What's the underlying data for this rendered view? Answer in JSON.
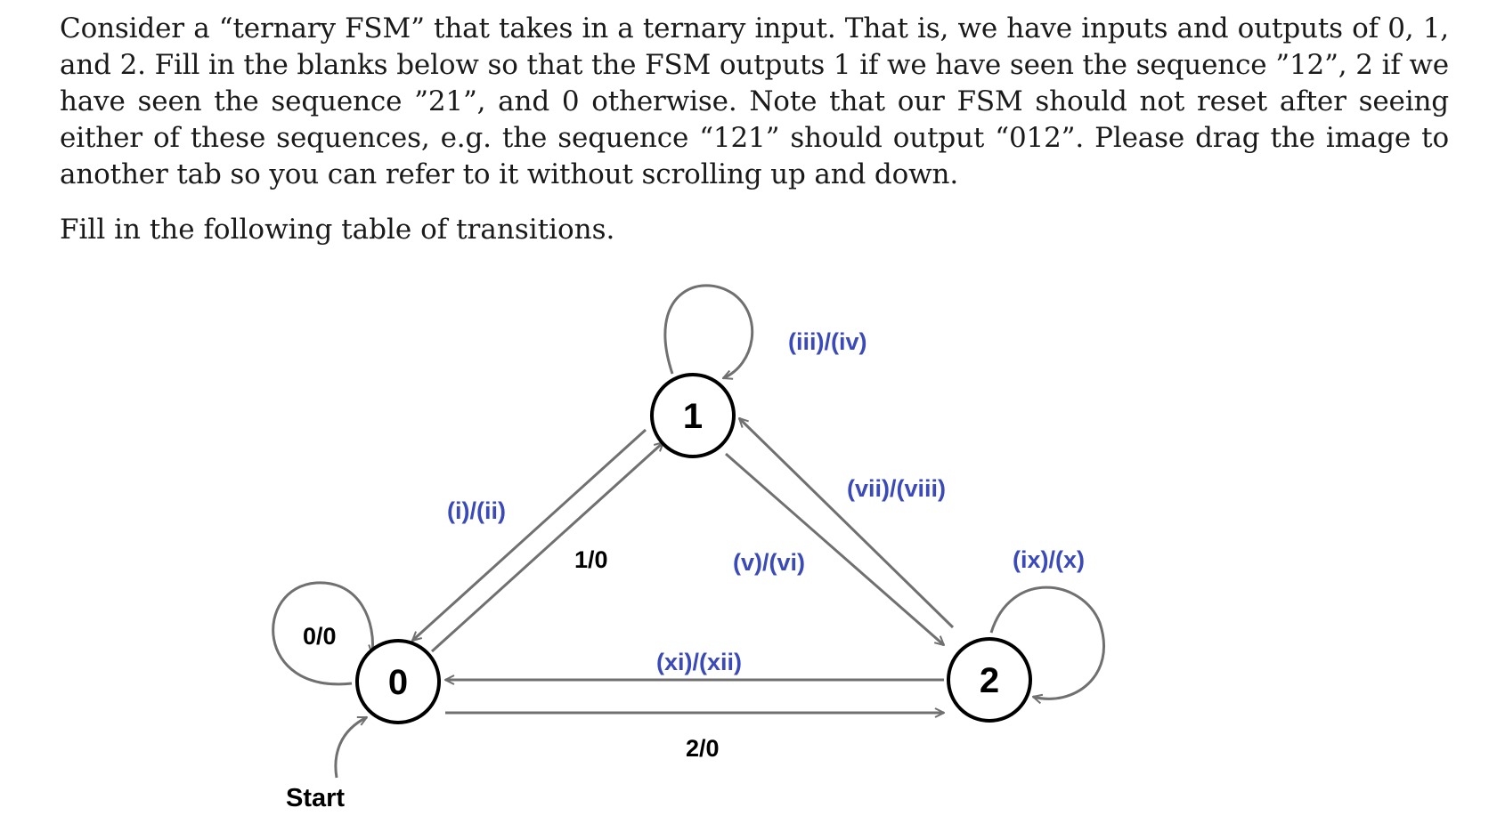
{
  "problem": {
    "text": "Consider a “ternary FSM” that takes in a ternary input. That is, we have inputs and outputs of 0, 1, and 2. Fill in the blanks below so that the FSM outputs 1 if we have seen the sequence ”12”, 2 if we have seen the sequence ”21”, and 0 otherwise. Note that our FSM should not reset after seeing either of these sequences, e.g. the sequence “121” should output “012”. Please drag the image to another tab so you can refer to it without scrolling up and down.",
    "instruction": "Fill in the following table of transitions."
  },
  "diagram": {
    "states": [
      {
        "name": "0"
      },
      {
        "name": "1"
      },
      {
        "name": "2"
      }
    ],
    "start_label": "Start",
    "transitions": {
      "self_0": "0/0",
      "from_1_to_0": "(i)/(ii)",
      "from_0_to_1": "1/0",
      "self_1": "(iii)/(iv)",
      "from_2_to_1": "(vii)/(viii)",
      "from_1_to_2": "(v)/(vi)",
      "self_2": "(ix)/(x)",
      "from_2_to_0": "(xi)/(xii)",
      "from_0_to_2": "2/0"
    },
    "colors": {
      "blank_label": "#3a4ab8",
      "given_label": "#000000",
      "edge": "#707070"
    }
  }
}
